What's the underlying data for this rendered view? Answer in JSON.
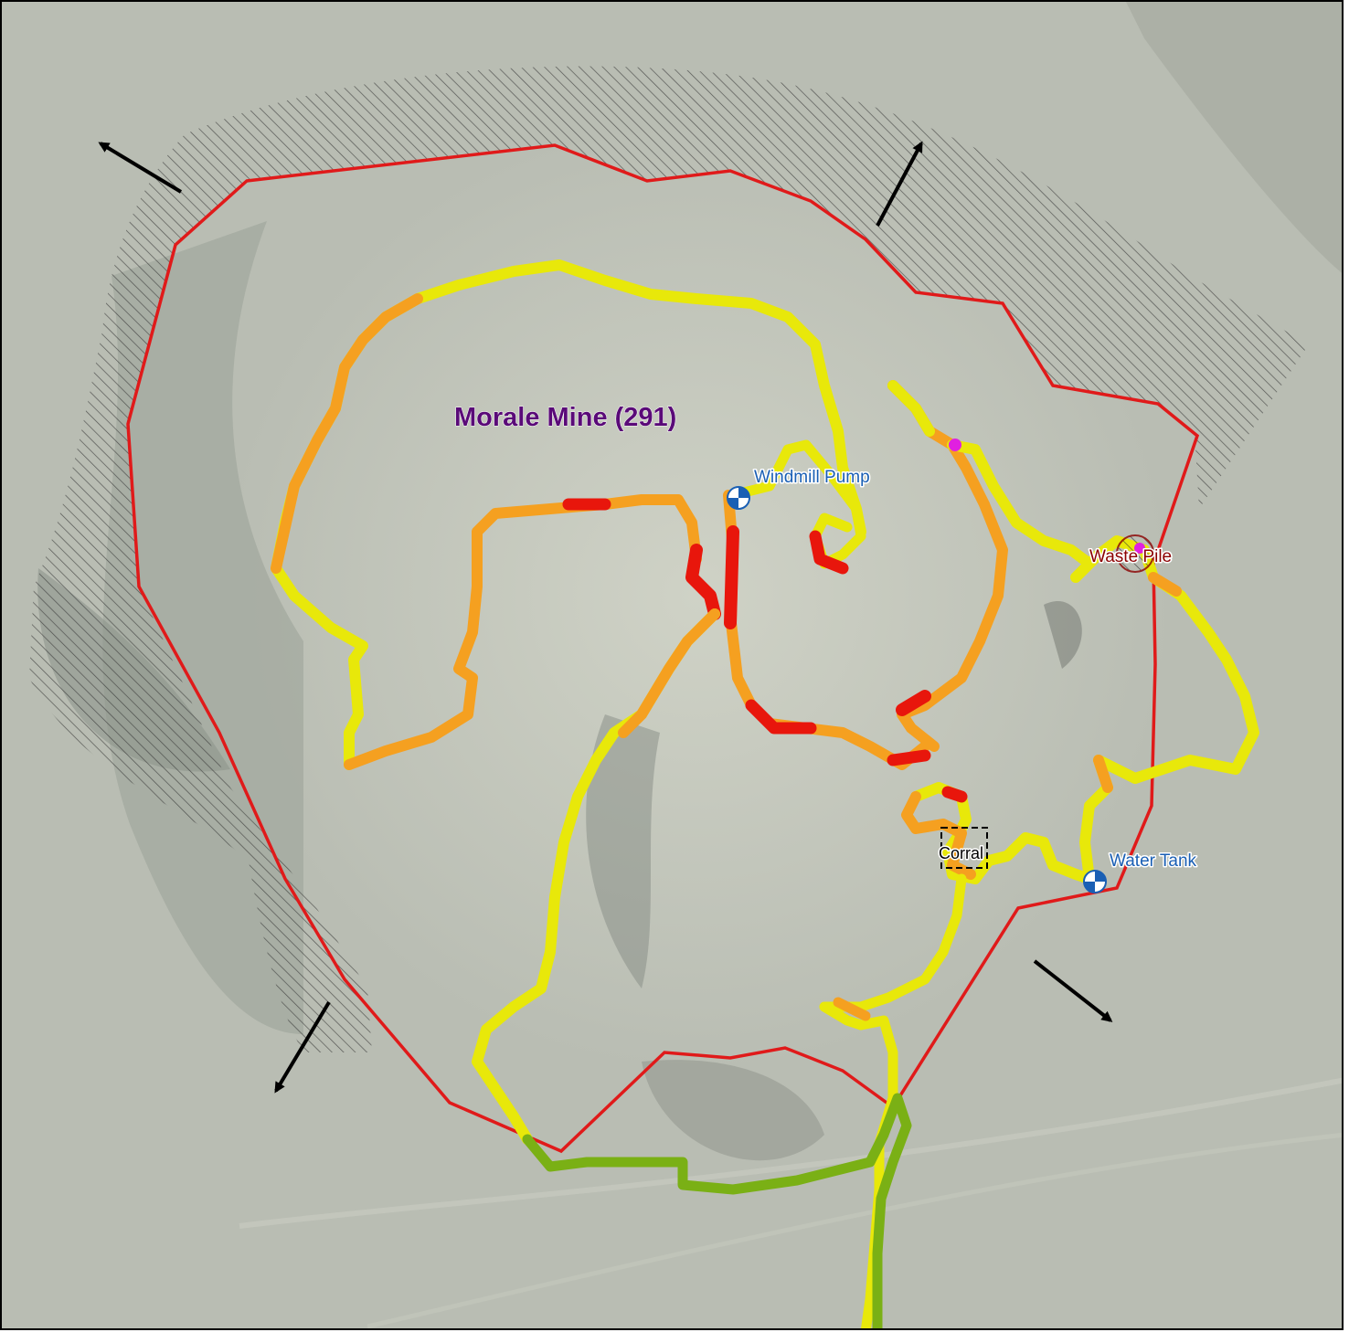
{
  "map": {
    "site_name": "Morale Mine (291)",
    "features": {
      "windmill": "Windmill Pump",
      "water_tank": "Water Tank",
      "waste_pile": "Waste Pile",
      "corral": "Corral"
    },
    "legend_colors": {
      "site_boundary": "#e01a1a",
      "track_low": "#e8e80a",
      "track_medium": "#f5a020",
      "track_high": "#e8160c",
      "track_access": "#7ab015",
      "title_text": "#5a0a78",
      "poi_text": "#1a5fb4",
      "waste_text": "#8b0000"
    },
    "icons": {
      "water_feature": "benchmark-icon",
      "waste_pile": "circle-hatched-icon",
      "direction": "arrow-icon"
    }
  }
}
